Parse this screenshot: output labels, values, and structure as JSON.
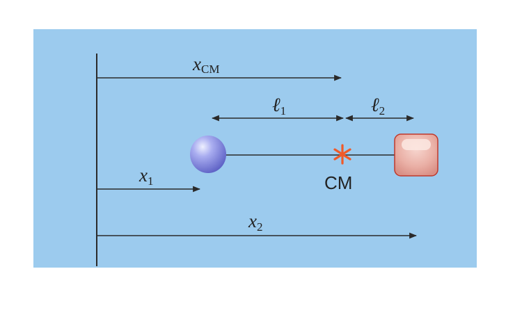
{
  "diagram": {
    "labels": {
      "x_cm": {
        "main": "x",
        "sub": "CM"
      },
      "l1": {
        "main": "ℓ",
        "sub": "1"
      },
      "l2": {
        "main": "ℓ",
        "sub": "2"
      },
      "x1": {
        "main": "x",
        "sub": "1"
      },
      "x2": {
        "main": "x",
        "sub": "2"
      },
      "cm": "CM"
    },
    "colors": {
      "background": "#9ccbee",
      "line": "#2a2a2a",
      "sphere": "#8f93e6",
      "block": "#e8a8a0",
      "block_border": "#c0392b",
      "cm_marker": "#f05a28"
    },
    "icons": {
      "cm_marker": "asterisk-icon"
    }
  }
}
